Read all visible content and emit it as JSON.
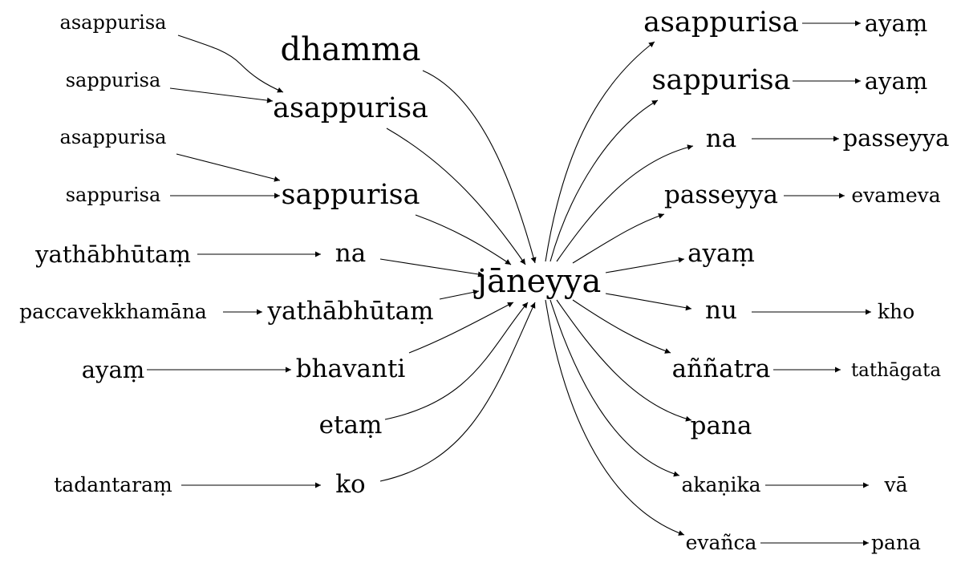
{
  "diagram": {
    "center": "jāneyya",
    "left_sources": [
      {
        "id": "s_asappurisa_1",
        "label": "asappurisa",
        "target": "asappurisa"
      },
      {
        "id": "s_sappurisa_1",
        "label": "sappurisa",
        "target": "asappurisa"
      },
      {
        "id": "s_asappurisa_2",
        "label": "asappurisa",
        "target": "sappurisa"
      },
      {
        "id": "s_sappurisa_2",
        "label": "sappurisa",
        "target": "sappurisa"
      },
      {
        "id": "s_yathabhutam",
        "label": "yathābhūtaṃ",
        "target": "na"
      },
      {
        "id": "s_paccavekkhamana",
        "label": "paccavekkhamāna",
        "target": "yathābhūtaṃ"
      },
      {
        "id": "s_ayam",
        "label": "ayaṃ",
        "target": "bhavanti"
      },
      {
        "id": "s_tadantaram",
        "label": "tadantaraṃ",
        "target": "ko"
      }
    ],
    "predecessors": [
      {
        "id": "p_dhamma",
        "label": "dhamma"
      },
      {
        "id": "p_asappurisa",
        "label": "asappurisa"
      },
      {
        "id": "p_sappurisa",
        "label": "sappurisa"
      },
      {
        "id": "p_na",
        "label": "na"
      },
      {
        "id": "p_yathabhutam",
        "label": "yathābhūtaṃ"
      },
      {
        "id": "p_bhavanti",
        "label": "bhavanti"
      },
      {
        "id": "p_etam",
        "label": "etaṃ"
      },
      {
        "id": "p_ko",
        "label": "ko"
      }
    ],
    "successors": [
      {
        "id": "r_asappurisa",
        "label": "asappurisa",
        "next": "ayaṃ"
      },
      {
        "id": "r_sappurisa",
        "label": "sappurisa",
        "next": "ayaṃ"
      },
      {
        "id": "r_na",
        "label": "na",
        "next": "passeyya"
      },
      {
        "id": "r_passeyya",
        "label": "passeyya",
        "next": "evameva"
      },
      {
        "id": "r_ayam",
        "label": "ayaṃ",
        "next": ""
      },
      {
        "id": "r_nu",
        "label": "nu",
        "next": "kho"
      },
      {
        "id": "r_annatra",
        "label": "aññatra",
        "next": "tathāgata"
      },
      {
        "id": "r_pana",
        "label": "pana",
        "next": ""
      },
      {
        "id": "r_akanika",
        "label": "akaṇika",
        "next": "vā"
      },
      {
        "id": "r_evanca",
        "label": "evañca",
        "next": "pana"
      }
    ]
  }
}
